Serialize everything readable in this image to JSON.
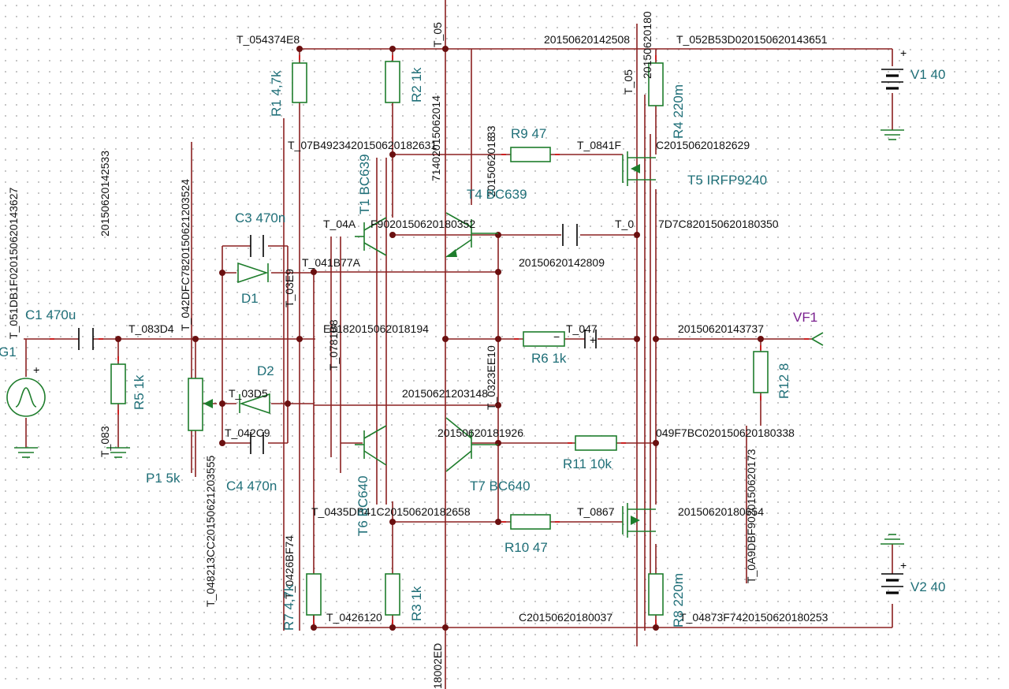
{
  "nets": {
    "n_top_left": "T_054374E8",
    "n_top_mid": "20150620142508",
    "n_top_right": "T_052B53D020150620143651",
    "n_t1c": "T_07B4923420150620182631",
    "n_t5g": "T_0841F",
    "n_t5g_b": "C20150620182629",
    "n_t4c": "T_04A",
    "n_t4c_b": "F9020150620180352",
    "n_t5d": "T_0",
    "n_t5d_b": "7D7C820150620180350",
    "n_mid1": "T_041B77A",
    "n_mid2": "20150620142809",
    "n_in": "T_083D4",
    "n_in2": "E5182015062018194",
    "n_out": "T_047",
    "n_out2": "20150620143737",
    "n_lowmid": "T_03D5",
    "n_lowmid2": "20150621203148",
    "n_c4": "T_042C9",
    "n_c4b": "20150620181926",
    "n_r11": "049F7BC020150620180338",
    "n_t6c": "T_0435DB41C20150620182658",
    "n_t8g": "T_0867",
    "n_t8g_b": "20150620180654",
    "n_bot_left": "T_0426120",
    "n_bot_mid": "C20150620180037",
    "n_bot_right": "T_04873F7420150620180253",
    "v_source": "T_051DB1F020150620143627",
    "v_c1r5": "T_083",
    "v_c1r5_b": "20150620142533",
    "v_p1": "T_042DFC7820150621203524",
    "v_p1_low": "T_048213CC20150621203555",
    "v_r7": "T_0426BF74",
    "v_col1": "T_03E9",
    "v_col2": "T_0781B8",
    "v_t2": "T_0323EE10",
    "v_r4": "T_05",
    "v_r4_b": "20150620180",
    "v_r12": "T_0A9DBF9020150620173",
    "v_bottom": "18002ED",
    "v_top": "T_05",
    "v_top_b": "71402015062014",
    "v_t4": "2015062018",
    "v_t4_b": "33"
  },
  "components": {
    "G1": "G1",
    "C1": "C1 470u",
    "R5": "R5 1k",
    "P1": "P1 5k",
    "C3": "C3 470n",
    "C4": "C4 470n",
    "D1": "D1",
    "D2": "D2",
    "R1": "R1 4,7k",
    "R2": "R2 1k",
    "R3": "R3 1k",
    "R7": "R7 4,7k",
    "T1": "T1 BC639",
    "T4": "T4 BC639",
    "T6": "T6 BC640",
    "T7": "T7 BC640",
    "R9": "R9 47",
    "R10": "R10 47",
    "R6": "R6 1k",
    "R11": "R11 10k",
    "R4": "R4 220m",
    "R8": "R8 220m",
    "T5": "T5 IRFP9240",
    "R12": "R12 8",
    "V1": "V1 40",
    "V2": "V2 40",
    "VF1": "VF1"
  },
  "signs": {
    "plus": "+",
    "minus": "−"
  },
  "colors": {
    "wire": "#8b2020",
    "component": "#1e7d2c",
    "label": "#1f6f78",
    "meter": "#7a1f8f"
  }
}
